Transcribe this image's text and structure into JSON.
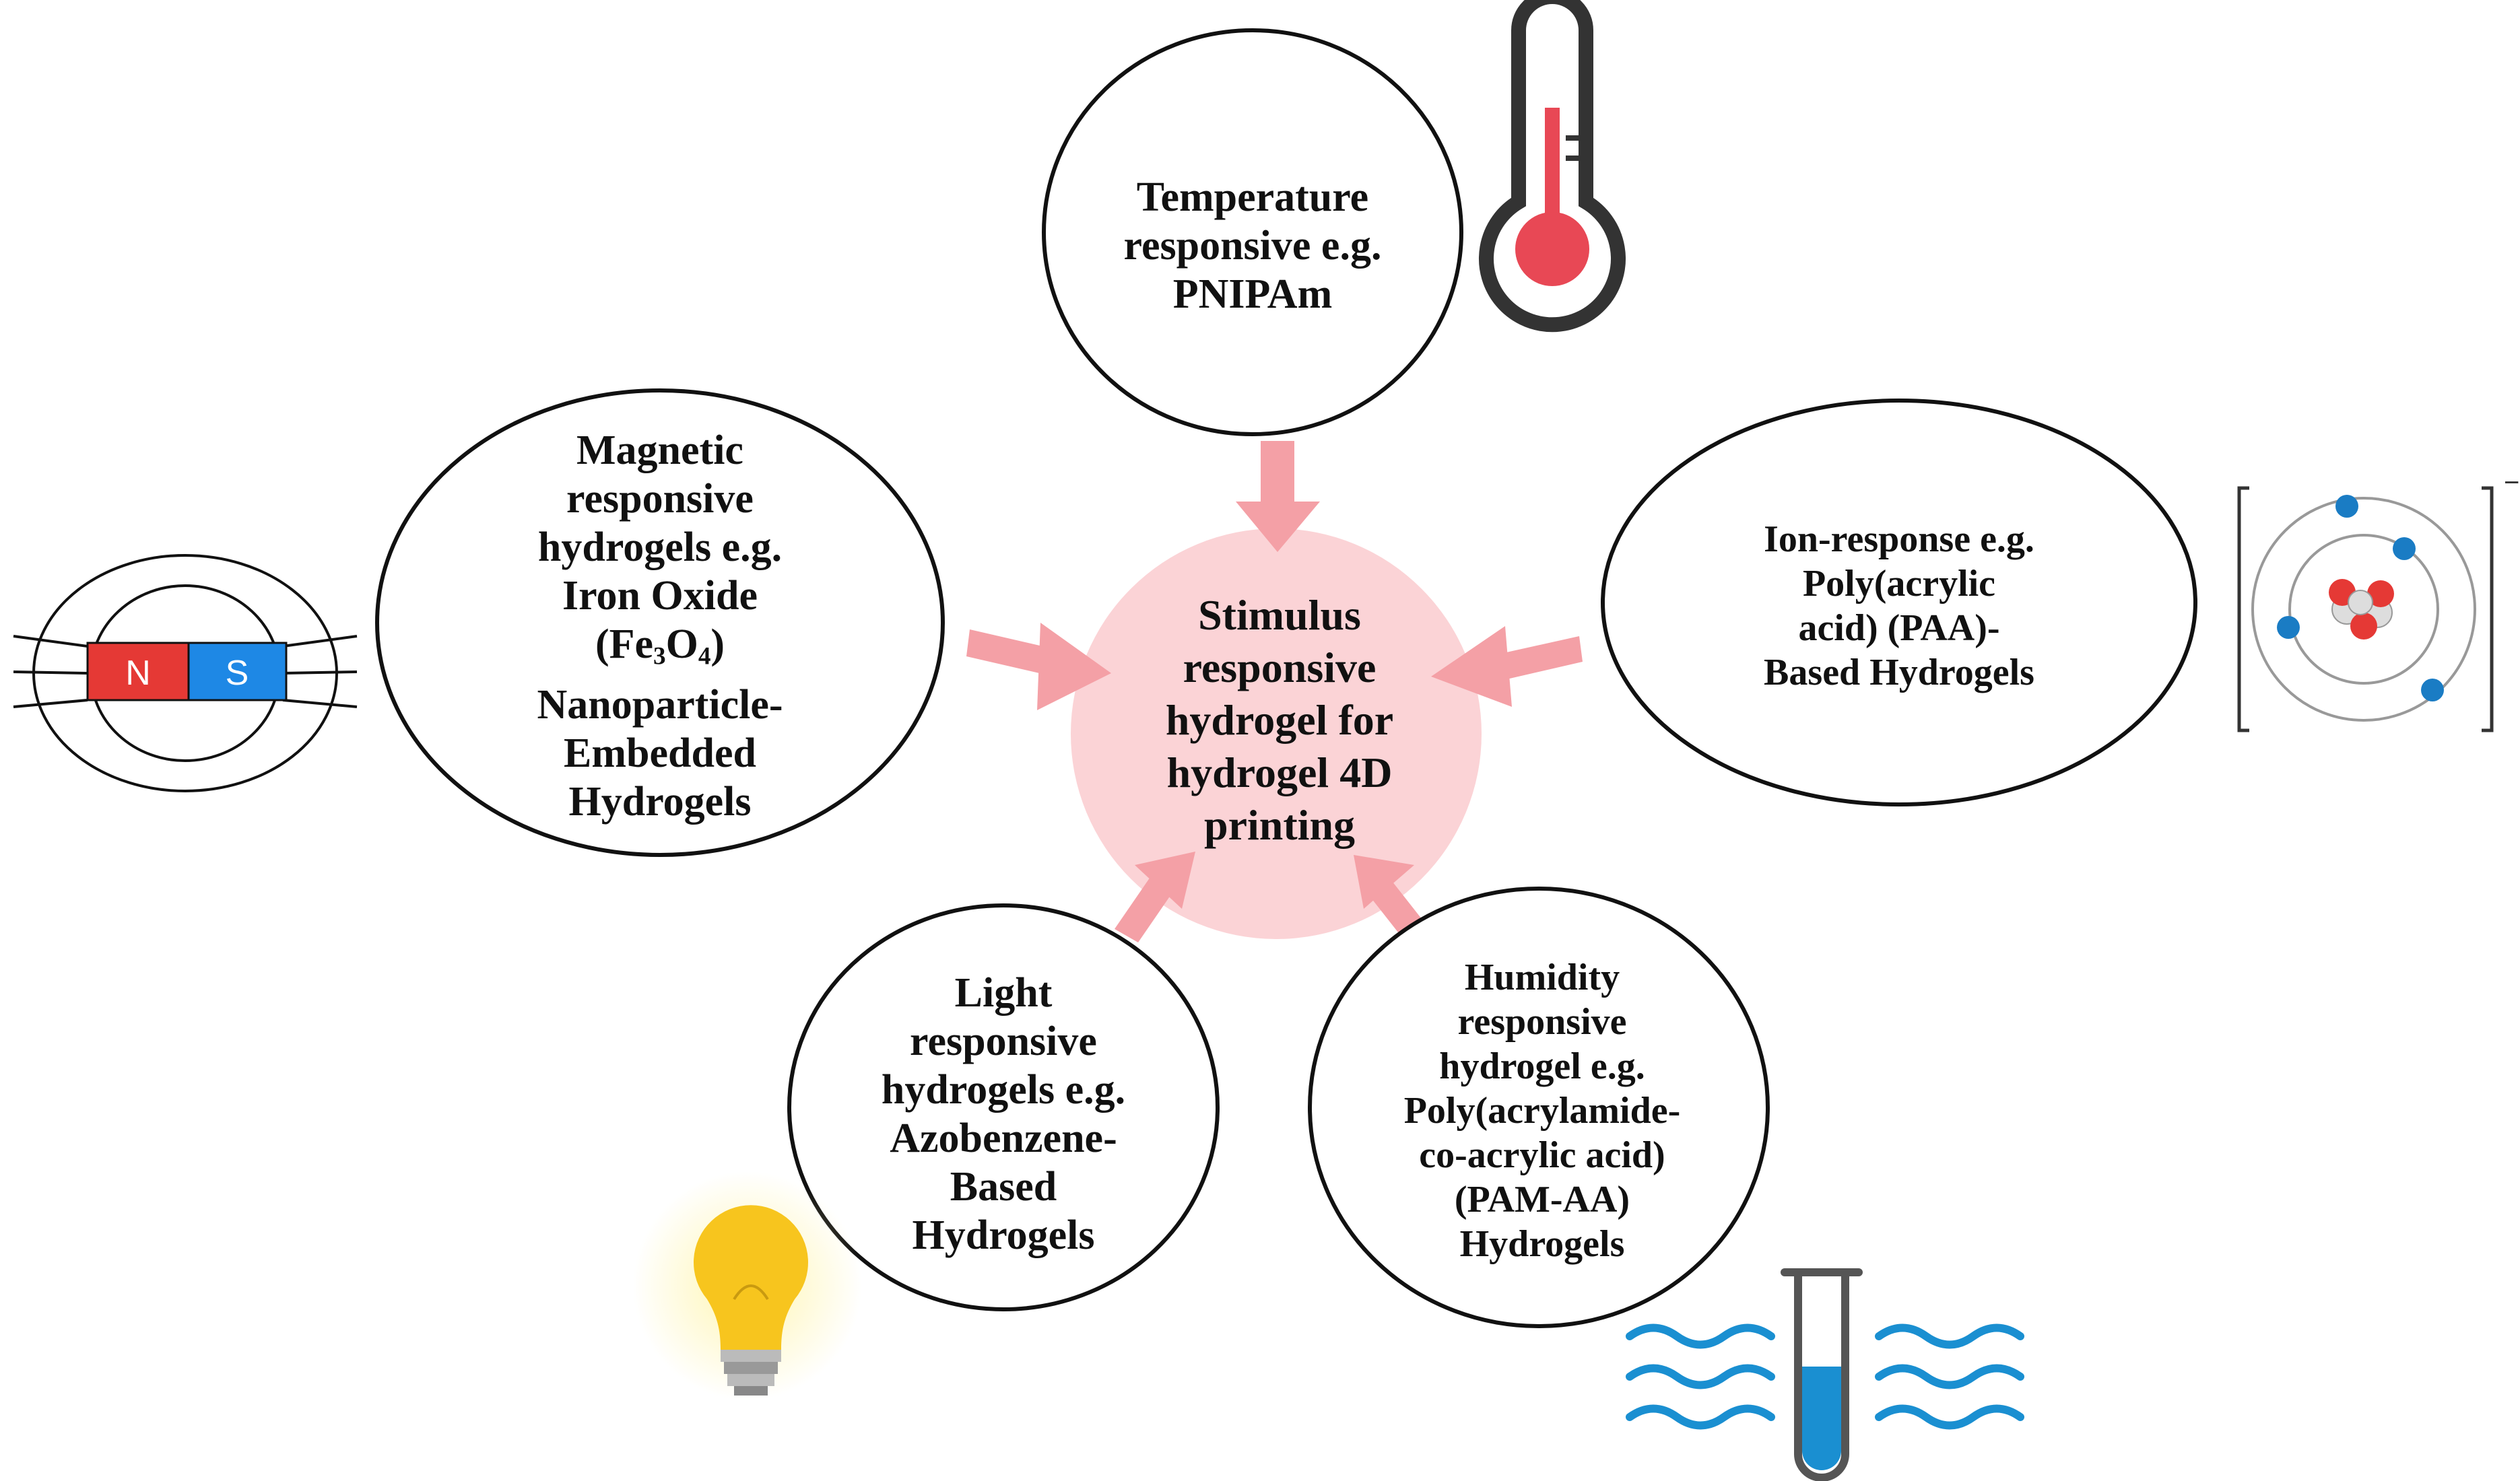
{
  "center": {
    "lines": [
      "Stimulus",
      "responsive",
      "hydrogel for",
      "hydrogel 4D",
      "printing"
    ]
  },
  "nodes": {
    "temperature": {
      "lines": [
        "Temperature",
        "responsive e.g.",
        "PNIPAm"
      ]
    },
    "magnetic": {
      "lines": [
        "Magnetic",
        "responsive",
        "hydrogels e.g.",
        "Iron Oxide"
      ],
      "formula": {
        "open": "(Fe",
        "sub1": "3",
        "mid": "O",
        "sub2": "4",
        "close": ")"
      },
      "lines_after": [
        "Nanoparticle-",
        "Embedded",
        "Hydrogels"
      ]
    },
    "ion": {
      "lines": [
        "Ion-response e.g.",
        "Poly(acrylic",
        "acid) (PAA)-",
        "Based Hydrogels"
      ]
    },
    "light": {
      "lines": [
        "Light",
        "responsive",
        "hydrogels e.g.",
        "Azobenzene-",
        "Based",
        "Hydrogels"
      ]
    },
    "humidity": {
      "lines": [
        "Humidity",
        "responsive",
        "hydrogel e.g.",
        "Poly(acrylamide-",
        "co-acrylic acid)",
        "(PAM-AA)",
        "Hydrogels"
      ]
    }
  },
  "icons": {
    "magnet": {
      "north_label": "N",
      "south_label": "S"
    },
    "atom": {
      "charge": "−",
      "proton_sign": "+",
      "electron_sign": "−"
    }
  },
  "colors": {
    "arrow": "#f4a0a6",
    "center_fill": "#fbd3d6",
    "magnet_north": "#e53935",
    "magnet_south": "#1e88e5",
    "thermometer": "#e84855",
    "water": "#1a8fd1",
    "bulb": "#f7c51e"
  }
}
